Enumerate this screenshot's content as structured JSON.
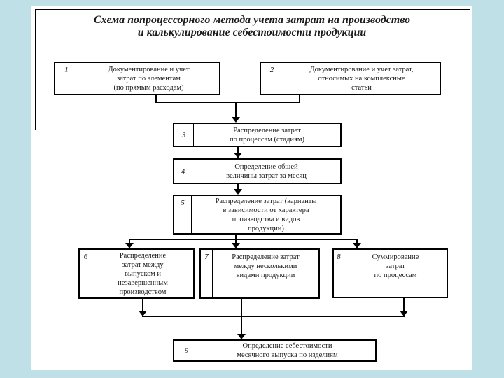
{
  "colors": {
    "outer_background": "#bee0e6",
    "page_background": "#ffffff",
    "line_color": "#000000",
    "text_color": "#1a1a1a"
  },
  "title": "Схема попроцессорного метода учета затрат на производство\nи калькулирование себестоимости продукции",
  "boxes": [
    {
      "num": "1",
      "text": "Документирование и учет\nзатрат по элементам\n(по прямым расходам)"
    },
    {
      "num": "2",
      "text": "Документирование и учет затрат,\nотносимых на комплексные\nстатьи"
    },
    {
      "num": "3",
      "text": "Распределение затрат\nпо процессам (стадиям)"
    },
    {
      "num": "4",
      "text": "Определение общей\nвеличины затрат за месяц"
    },
    {
      "num": "5",
      "text": "Распределение затрат (варианты\nв зависимости от характера\nпроизводства и видов\nпродукции)"
    },
    {
      "num": "6",
      "text": "Распределение\nзатрат между\nвыпуском и\nнезавершенным\nпроизводством"
    },
    {
      "num": "7",
      "text": "Распределение затрат\nмежду несколькими\nвидами продукции"
    },
    {
      "num": "8",
      "text": "Суммирование\nзатрат\nпо процессам"
    },
    {
      "num": "9",
      "text": "Определение себестоимости\nмесячного выпуска по изделиям"
    }
  ]
}
